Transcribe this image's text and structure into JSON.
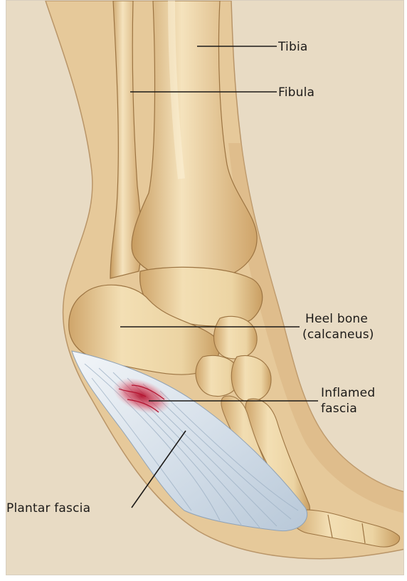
{
  "labels": {
    "tibia": "Tibia",
    "fibula": "Fibula",
    "heel_bone_line1": "Heel bone",
    "heel_bone_line2": "(calcaneus)",
    "inflamed_line1": "Inflamed",
    "inflamed_line2": "fascia",
    "plantar": "Plantar fascia"
  },
  "colors": {
    "background": "#e9dcc6",
    "skin": "#e3c79c",
    "bone": "#ecd5a6",
    "bone_shadow": "#c79c60",
    "fascia": "#dfe6ee",
    "inflammation": "#c8203c"
  }
}
